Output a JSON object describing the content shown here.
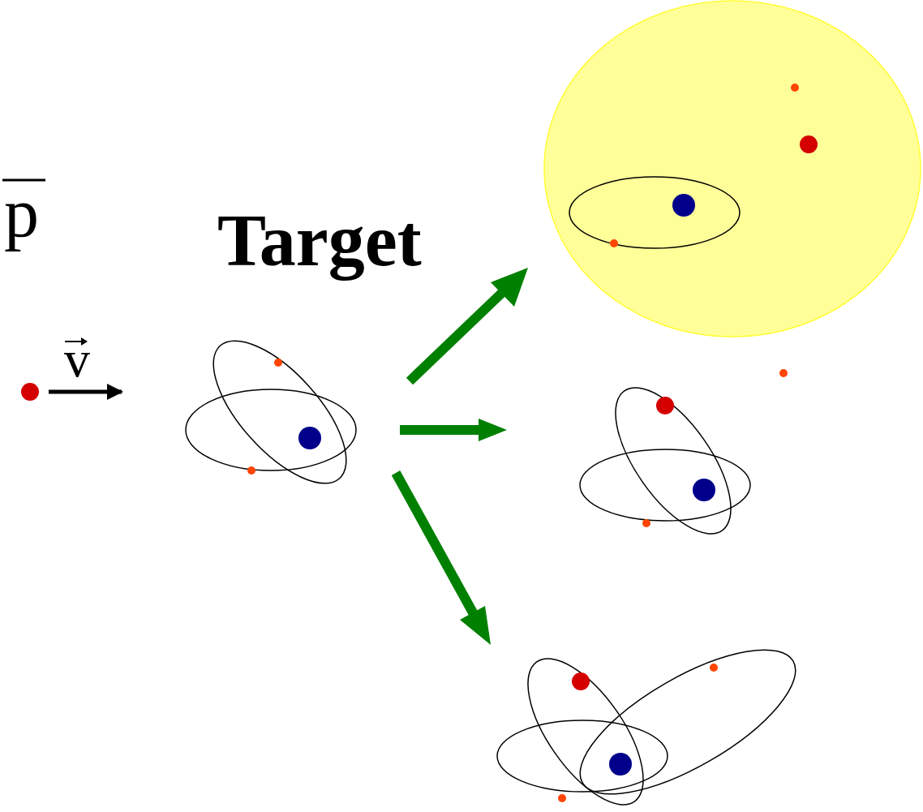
{
  "diagram": {
    "labels": [
      "p",
      "v",
      "Target"
    ]
  }
}
